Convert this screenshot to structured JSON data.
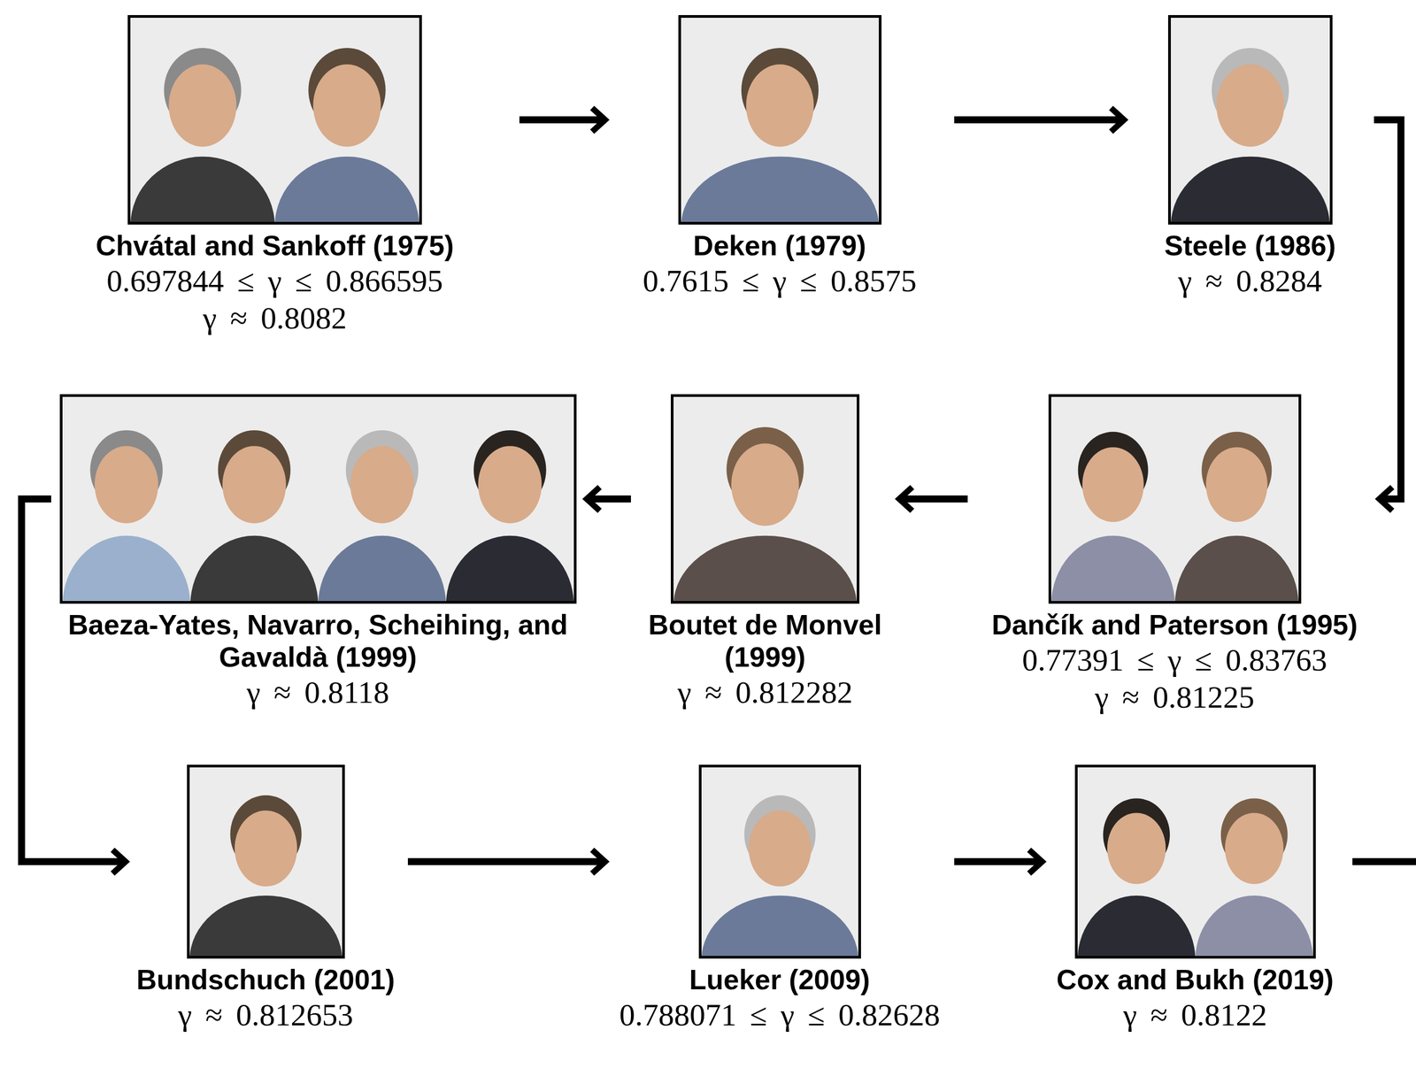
{
  "diagram": {
    "nodes": [
      {
        "text": [
          "Chvátal and Sankoff (1975)",
          "0.697844 ≤ γ ≤ 0.866595",
          "γ ≈ 0.8082"
        ]
      },
      {
        "text": [
          "Deken (1979)",
          "0.7615 ≤ γ ≤ 0.8575"
        ]
      },
      {
        "text": [
          "Steele (1986)",
          "γ ≈ 0.8284"
        ]
      },
      {
        "text": [
          "Dančík and Paterson (1995)",
          "0.77391 ≤ γ ≤ 0.83763",
          "γ ≈ 0.81225"
        ]
      },
      {
        "text": [
          "Boutet de Monvel (1999)",
          "γ ≈ 0.812282"
        ]
      },
      {
        "text": [
          "Baeza-Yates, Navarro, Scheihing, and Gavaldà (1999)",
          "γ ≈ 0.8118"
        ]
      },
      {
        "text": [
          "Bundschuch (2001)",
          "γ ≈ 0.812653"
        ]
      },
      {
        "text": [
          "Lueker (2009)",
          "0.788071 ≤ γ ≤ 0.82628"
        ]
      },
      {
        "text": [
          "Cox and Bukh (2019)",
          "γ ≈ 0.8122"
        ]
      }
    ],
    "edges": [
      {
        "from": 0,
        "to": 1,
        "arrow": "to"
      },
      {
        "from": 1,
        "to": 2,
        "arrow": "to"
      },
      {
        "from": 2,
        "to": 3,
        "arrow": "to"
      },
      {
        "from": 3,
        "to": 4,
        "arrow": "to"
      },
      {
        "from": 4,
        "to": 5,
        "arrow": "to"
      },
      {
        "from": 5,
        "to": 6,
        "arrow": "to"
      },
      {
        "from": 6,
        "to": 7,
        "arrow": "to"
      },
      {
        "from": 7,
        "to": 8,
        "arrow": "to"
      }
    ]
  }
}
